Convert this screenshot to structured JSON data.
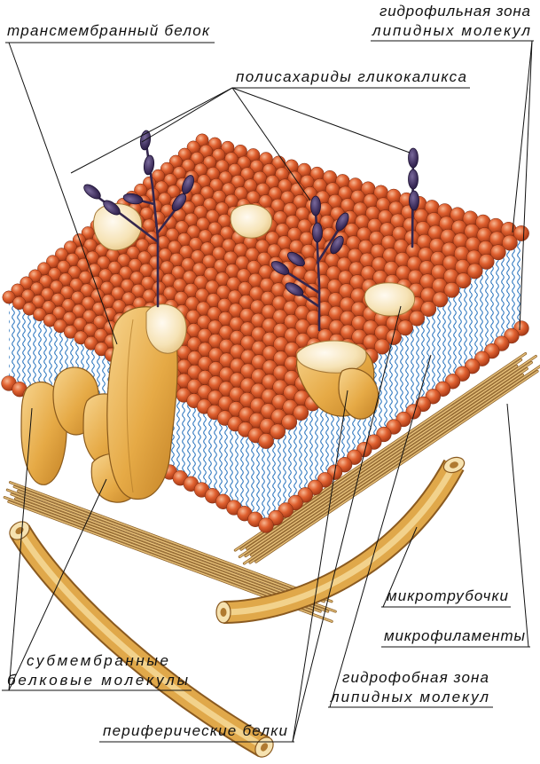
{
  "labels": {
    "transmembrane_protein": "трансмембранный белок",
    "hydrophilic_zone": [
      "гидрофильная зона",
      "липидных молекул"
    ],
    "glycocalyx_polysaccharides": "полисахариды гликокаликса",
    "microtubules": "микротрубочки",
    "microfilaments": "микрофиламенты",
    "hydrophobic_zone": [
      "гидрофобная зона",
      "липидных молекул"
    ],
    "submembrane_proteins": [
      "субмембранные",
      "белковые молекулы"
    ],
    "peripheral_proteins": "периферические белки"
  },
  "colors": {
    "lipid_head": "#d9552a",
    "lipid_tail": "#2f78c0",
    "protein": "#e4a843",
    "glycan": "#3a2a55",
    "cytoskeleton": "#d9a24a"
  }
}
